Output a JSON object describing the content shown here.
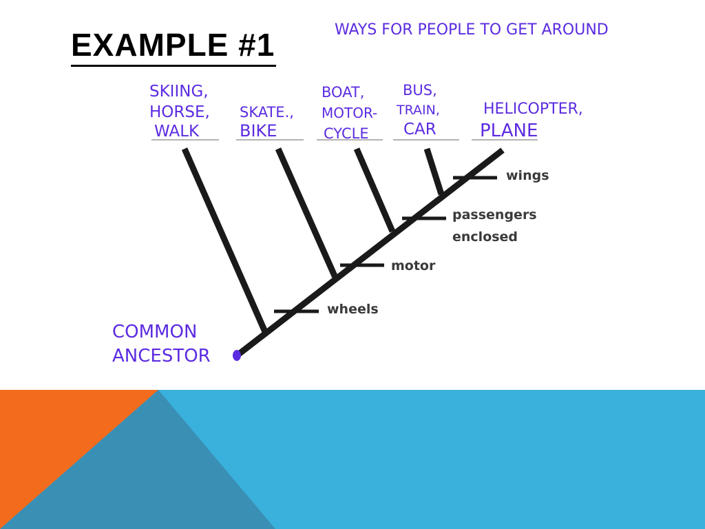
{
  "slide": {
    "title": "EXAMPLE #1",
    "annotation_heading": "WAYS FOR PEOPLE TO GET AROUND"
  },
  "diagram": {
    "type": "cladogram",
    "traits": [
      "wings",
      "passengers",
      "enclosed",
      "motor",
      "wheels"
    ],
    "tips": [
      {
        "lines": [
          "SKIING,",
          "HORSE,",
          "WALK"
        ]
      },
      {
        "lines": [
          "SKATE.,",
          "BIKE"
        ]
      },
      {
        "lines": [
          "BOAT,",
          "MOTOR-",
          "CYCLE"
        ]
      },
      {
        "lines": [
          "BUS,",
          "TRAIN,",
          "CAR"
        ]
      },
      {
        "lines": [
          "HELICOPTER,",
          "PLANE"
        ]
      }
    ],
    "root_label": [
      "COMMON",
      "ANCESTOR"
    ]
  },
  "colors": {
    "ink": "#5b2be0",
    "tree": "#1a1a1a",
    "footer_orange": "#f36b1c",
    "footer_blue": "#3ab0dc",
    "footer_teal": "#3a8fb5"
  }
}
